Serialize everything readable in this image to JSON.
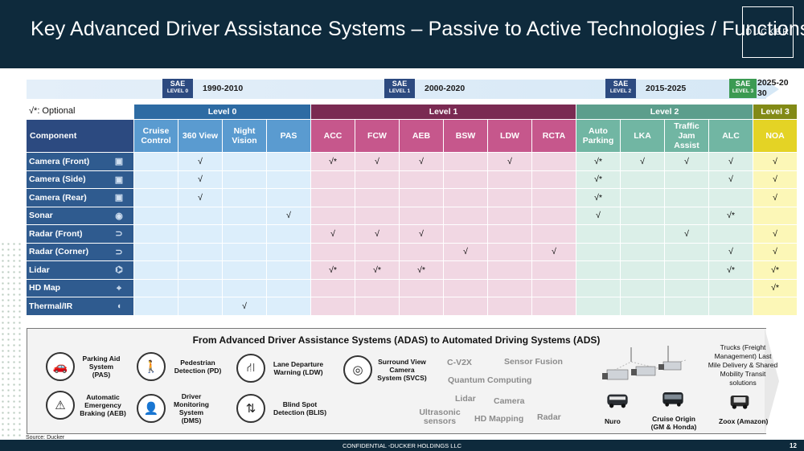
{
  "title": "Key Advanced Driver Assistance Systems – Passive to Active Technologies / Functions",
  "logo": "DUCKER",
  "timeline": [
    {
      "badge": "SAE",
      "level": "LEVEL 0",
      "years": "1990-2010",
      "color": "#2c4a80"
    },
    {
      "badge": "SAE",
      "level": "LEVEL 1",
      "years": "2000-2020",
      "color": "#2c4a80"
    },
    {
      "badge": "SAE",
      "level": "LEVEL 2",
      "years": "2015-2025",
      "color": "#2c4a80"
    },
    {
      "badge": "SAE",
      "level": "LEVEL 3",
      "years": "2025-2030",
      "color": "#3b9a52"
    }
  ],
  "optional_note": "√*: Optional",
  "table": {
    "groups": [
      "Level 0",
      "Level 1",
      "Level 2",
      "Level 3"
    ],
    "component_header": "Component",
    "columns": [
      "Cruise Control",
      "360 View",
      "Night Vision",
      "PAS",
      "ACC",
      "FCW",
      "AEB",
      "BSW",
      "LDW",
      "RCTA",
      "Auto Parking",
      "LKA",
      "Traffic Jam Assist",
      "ALC",
      "NOA"
    ],
    "rows": [
      {
        "label": "Camera (Front)",
        "icon": "camera-icon",
        "cells": [
          "",
          "√",
          "",
          "",
          "√*",
          "√",
          "√",
          "",
          "√",
          "",
          "√*",
          "√",
          "√",
          "√",
          "√"
        ]
      },
      {
        "label": "Camera (Side)",
        "icon": "camera-icon",
        "cells": [
          "",
          "√",
          "",
          "",
          "",
          "",
          "",
          "",
          "",
          "",
          "√*",
          "",
          "",
          "√",
          "√"
        ]
      },
      {
        "label": "Camera (Rear)",
        "icon": "camera-icon",
        "cells": [
          "",
          "√",
          "",
          "",
          "",
          "",
          "",
          "",
          "",
          "",
          "√*",
          "",
          "",
          "",
          "√"
        ]
      },
      {
        "label": "Sonar",
        "icon": "sonar-icon",
        "cells": [
          "",
          "",
          "",
          "√",
          "",
          "",
          "",
          "",
          "",
          "",
          "√",
          "",
          "",
          "√*",
          ""
        ]
      },
      {
        "label": "Radar (Front)",
        "icon": "car-radar-icon",
        "cells": [
          "",
          "",
          "",
          "",
          "√",
          "√",
          "√",
          "",
          "",
          "",
          "",
          "",
          "√",
          "",
          "√"
        ]
      },
      {
        "label": "Radar (Corner)",
        "icon": "car-radar-icon",
        "cells": [
          "",
          "",
          "",
          "",
          "",
          "",
          "",
          "√",
          "",
          "√",
          "",
          "",
          "",
          "√",
          "√"
        ]
      },
      {
        "label": "Lidar",
        "icon": "lidar-icon",
        "cells": [
          "",
          "",
          "",
          "",
          "√*",
          "√*",
          "√*",
          "",
          "",
          "",
          "",
          "",
          "",
          "√*",
          "√*"
        ]
      },
      {
        "label": "HD Map",
        "icon": "map-pin-icon",
        "cells": [
          "",
          "",
          "",
          "",
          "",
          "",
          "",
          "",
          "",
          "",
          "",
          "",
          "",
          "",
          "√*"
        ]
      },
      {
        "label": "Thermal/IR",
        "icon": "thermal-icon",
        "cells": [
          "",
          "",
          "√",
          "",
          "",
          "",
          "",
          "",
          "",
          "",
          "",
          "",
          "",
          "",
          ""
        ]
      }
    ]
  },
  "panel": {
    "title": "From Advanced Driver Assistance Systems (ADAS) to Automated Driving Systems (ADS)",
    "features": [
      {
        "label": "Parking Aid System (PAS)",
        "icon": "parking-icon"
      },
      {
        "label": "Automatic Emergency Braking (AEB)",
        "icon": "warning-icon"
      },
      {
        "label": "Pedestrian Detection (PD)",
        "icon": "pedestrian-icon"
      },
      {
        "label": "Driver Monitoring System (DMS)",
        "icon": "driver-icon"
      },
      {
        "label": "Lane Departure Warning (LDW)",
        "icon": "lane-icon"
      },
      {
        "label": "Blind Spot Detection (BLIS)",
        "icon": "blind-spot-icon"
      },
      {
        "label": "Surround View Camera System (SVCS)",
        "icon": "surround-view-icon"
      }
    ],
    "technologies": [
      "C-V2X",
      "Sensor Fusion",
      "Quantum Computing",
      "Lidar",
      "Camera",
      "Ultrasonic sensors",
      "HD Mapping",
      "Radar"
    ],
    "trucks_text": "Trucks (Freight Management) Last Mile Delivery & Shared Mobility Transit solutions",
    "vehicles": [
      "Nuro",
      "Cruise Origin (GM & Honda)",
      "Zoox (Amazon)"
    ]
  },
  "source": "Source: Ducker",
  "footer": "CONFIDENTIAL -DUCKER HOLDINGS LLC",
  "page_number": "12"
}
